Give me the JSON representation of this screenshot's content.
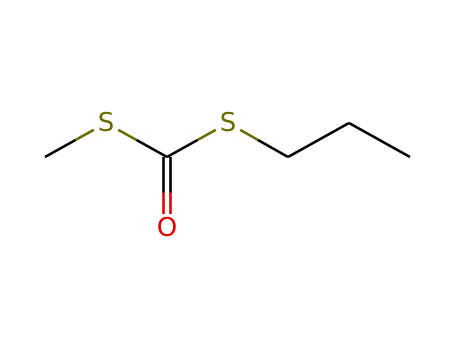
{
  "molecule": {
    "atoms": [
      {
        "id": "c_methyl",
        "element": "C",
        "label": ""
      },
      {
        "id": "s1",
        "element": "S",
        "label": "S"
      },
      {
        "id": "c_carbonyl",
        "element": "C",
        "label": ""
      },
      {
        "id": "o",
        "element": "O",
        "label": "O"
      },
      {
        "id": "s2",
        "element": "S",
        "label": "S"
      },
      {
        "id": "c_propyl_1",
        "element": "C",
        "label": ""
      },
      {
        "id": "c_propyl_2",
        "element": "C",
        "label": ""
      },
      {
        "id": "c_propyl_3",
        "element": "C",
        "label": ""
      }
    ],
    "bonds": [
      {
        "from": "c_methyl",
        "to": "s1",
        "order": 1
      },
      {
        "from": "s1",
        "to": "c_carbonyl",
        "order": 1
      },
      {
        "from": "c_carbonyl",
        "to": "o",
        "order": 2
      },
      {
        "from": "c_carbonyl",
        "to": "s2",
        "order": 1
      },
      {
        "from": "s2",
        "to": "c_propyl_1",
        "order": 1
      },
      {
        "from": "c_propyl_1",
        "to": "c_propyl_2",
        "order": 1
      },
      {
        "from": "c_propyl_2",
        "to": "c_propyl_3",
        "order": 1
      }
    ]
  },
  "colors": {
    "carbon": "#000000",
    "sulfur": "#6b6b00",
    "oxygen": "#e00000",
    "background": "#ffffff"
  }
}
